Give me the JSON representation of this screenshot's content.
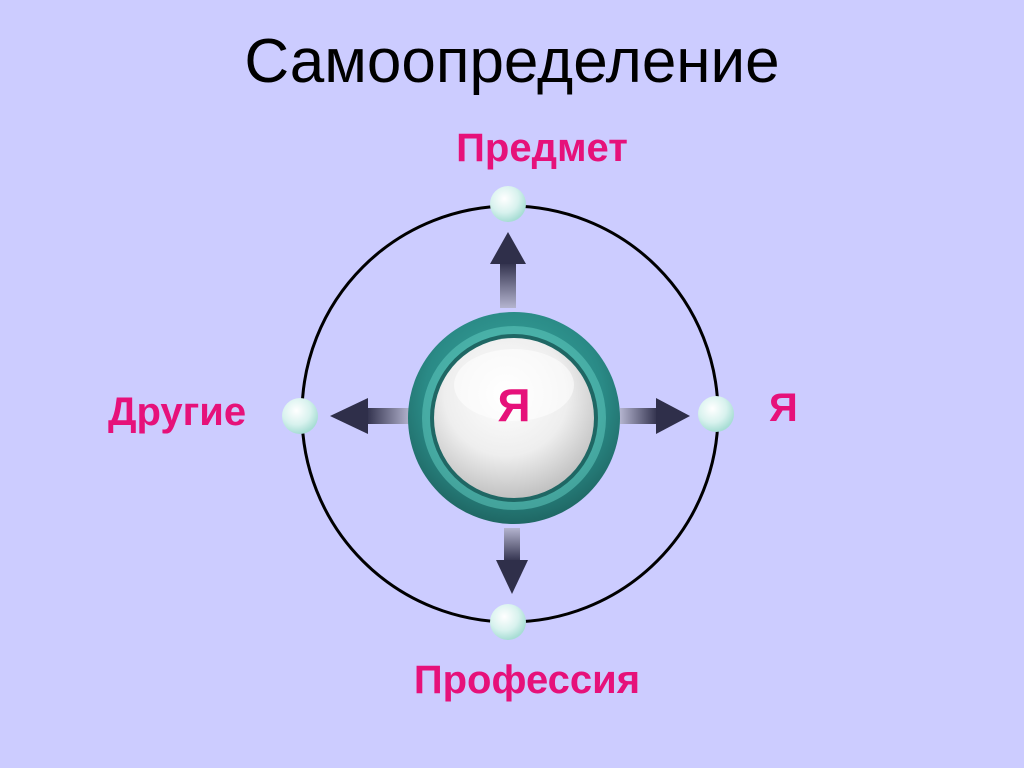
{
  "title": "Самоопределение",
  "center": {
    "label": "Я"
  },
  "nodes": {
    "top": "Предмет",
    "left": "Другие",
    "right": "Я",
    "bottom": "Профессия"
  },
  "colors": {
    "background": "#ccccff",
    "label": "#e6117a",
    "ring": "#2a8a86",
    "arrow": "#3a3a5a"
  },
  "icons": [
    "node-dot-icon",
    "arrow-up-icon",
    "arrow-down-icon",
    "arrow-left-icon",
    "arrow-right-icon"
  ]
}
